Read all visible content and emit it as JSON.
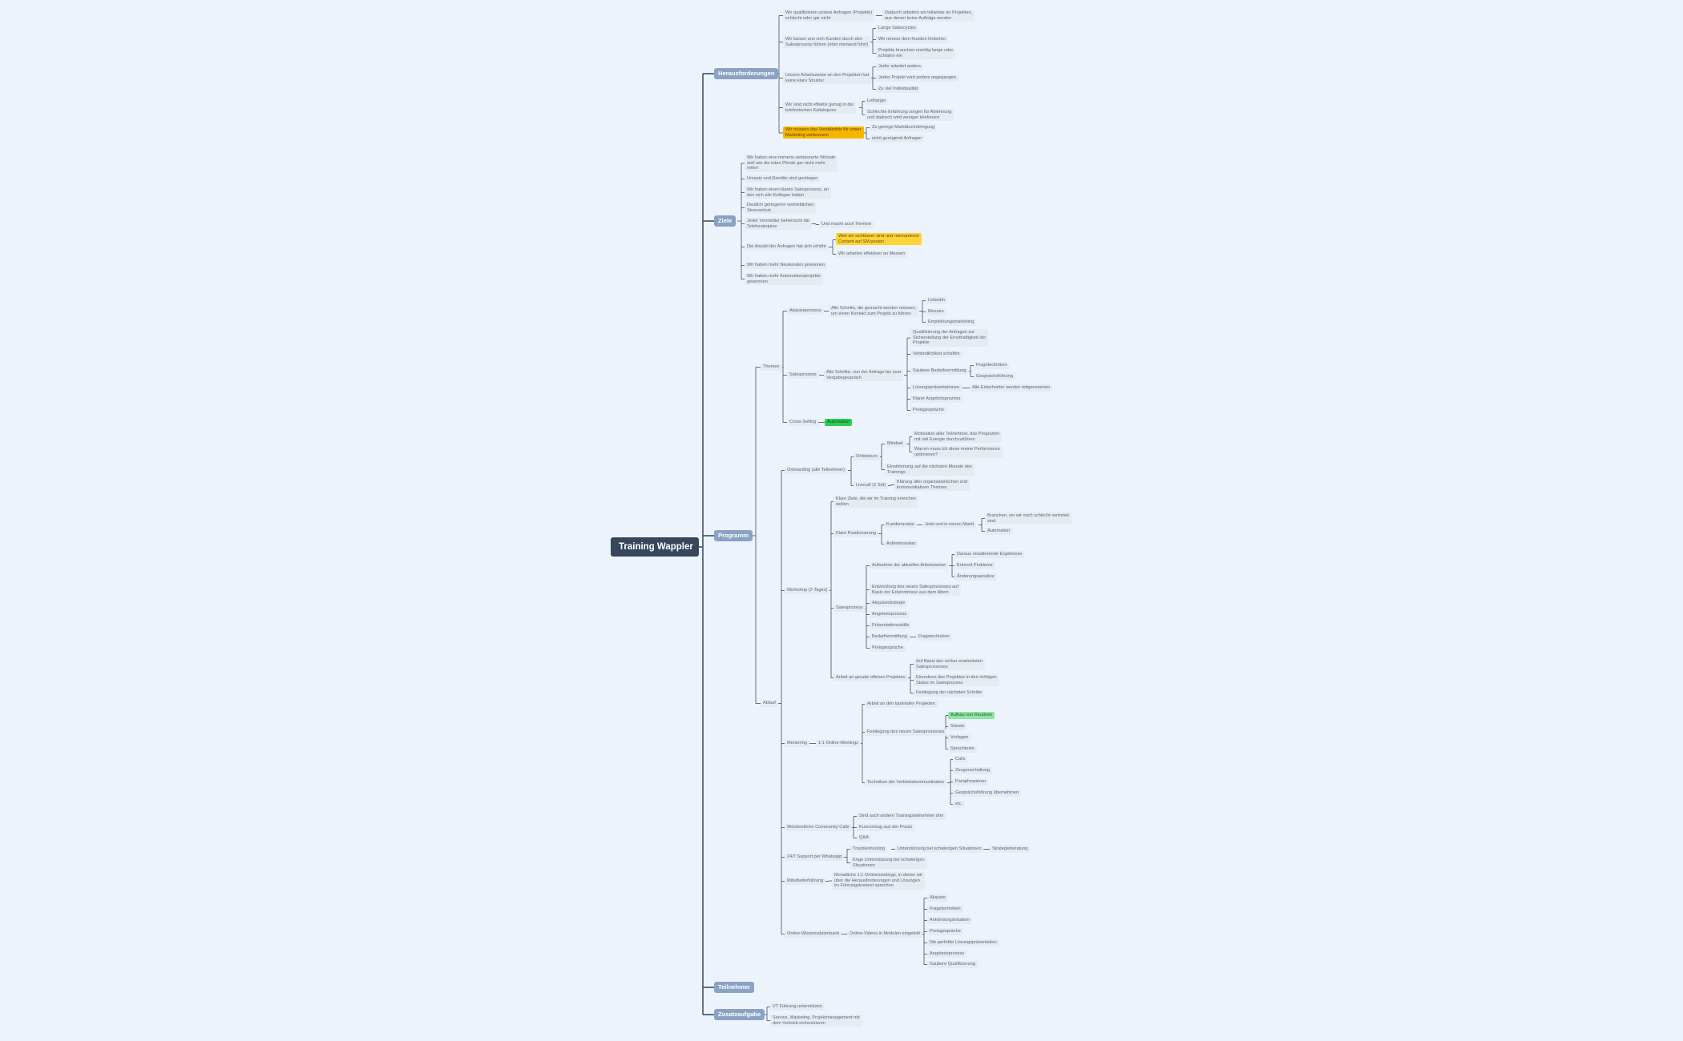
{
  "colors": {
    "background": "#edf3fb",
    "root_bg": "#36475c",
    "main_bg": "#8aa3c4",
    "leaf_bg": "#e6ebf1",
    "line": "#3f4f63",
    "highlight_orange": "#f7b500",
    "highlight_yellow": "#ffd43b",
    "highlight_green": "#2ecc55",
    "highlight_lightgreen": "#8fe3a4"
  },
  "mindmap": {
    "root": {
      "id": "root",
      "label": "Training Wappler"
    },
    "nodes": [
      {
        "id": "m1",
        "parent": "root",
        "kind": "main",
        "label": "Herausforderungen"
      },
      {
        "id": "h1",
        "parent": "m1",
        "label": [
          "Wir qualifizieren unsere Anfragen (Projekte)",
          "schlecht oder gar nicht"
        ]
      },
      {
        "id": "h1a",
        "parent": "h1",
        "label": [
          "Dadurch arbeiten wir teilweise an Projekten,",
          "aus denen keine Aufträge werden"
        ]
      },
      {
        "id": "h2",
        "parent": "m1",
        "label": [
          "Wir lassen uns vom Kunden durch den",
          "Salesprozess führen (oder niemand führt)"
        ]
      },
      {
        "id": "h2a",
        "parent": "h2",
        "label": [
          "Lange Salescycles"
        ]
      },
      {
        "id": "h2b",
        "parent": "h2",
        "label": [
          "Wir rennen dem Kunden hinterher"
        ]
      },
      {
        "id": "h2c",
        "parent": "h2",
        "label": [
          "Projekte brauchen unnötig lange oder",
          "schlafen ein"
        ]
      },
      {
        "id": "h3",
        "parent": "m1",
        "label": [
          "Unsere Arbeitsweise an den Projekten hat",
          "keine klare Struktur"
        ]
      },
      {
        "id": "h3a",
        "parent": "h3",
        "label": [
          "Jeder arbeitet anders"
        ]
      },
      {
        "id": "h3b",
        "parent": "h3",
        "label": [
          "Jedes Projekt wird anders angegangen"
        ]
      },
      {
        "id": "h3c",
        "parent": "h3",
        "label": [
          "Zu viel Individualität"
        ]
      },
      {
        "id": "h4",
        "parent": "m1",
        "label": [
          "Wir sind nicht effektiv genug in der",
          "telefonischen Kaltakquise"
        ]
      },
      {
        "id": "h4a",
        "parent": "h4",
        "label": [
          "Lethargie"
        ]
      },
      {
        "id": "h4b",
        "parent": "h4",
        "label": [
          "Schlechte Erfahrung sorgen für Ablehnung",
          "und dadurch wird weniger telefoniert"
        ]
      },
      {
        "id": "h5",
        "parent": "m1",
        "hl": "orange",
        "label": [
          "Wir müssen das Verständnis für unser",
          "Marketing verbessern"
        ]
      },
      {
        "id": "h5a",
        "parent": "h5",
        "label": [
          "Zu geringe Marktdurchdringung"
        ]
      },
      {
        "id": "h5b",
        "parent": "h5",
        "label": [
          "nicht genügend Anfragen"
        ]
      },
      {
        "id": "m2",
        "parent": "root",
        "kind": "main",
        "label": "Ziele"
      },
      {
        "id": "z1",
        "parent": "m2",
        "label": [
          "Wir haben eine immens verbesserte Winrate",
          "weil wie die toten Pferde gar nicht mehr",
          "reiten"
        ]
      },
      {
        "id": "z2",
        "parent": "m2",
        "label": [
          "Umsatz und Rendite sind gestiegen"
        ]
      },
      {
        "id": "z3",
        "parent": "m2",
        "label": [
          "Wir haben einen klaren Salesprozess, an",
          "den sich alle Kollegen halten"
        ]
      },
      {
        "id": "z4",
        "parent": "m2",
        "label": [
          "Deutlich geringeren vertrieblichen",
          "Streuverlust"
        ]
      },
      {
        "id": "z5",
        "parent": "m2",
        "label": [
          "Jeder Vertriebler beherrscht die",
          "Telefonakquise"
        ]
      },
      {
        "id": "z5a",
        "parent": "z5",
        "label": [
          "Und macht auch Termine"
        ]
      },
      {
        "id": "z6",
        "parent": "m2",
        "label": [
          "Die Anzahl der Anfragen hat sich erhöht"
        ]
      },
      {
        "id": "z6a",
        "parent": "z6",
        "hl": "yellow",
        "label": [
          "Weil wir sichtbarer sind und relevanteren",
          "Content auf SM posten"
        ]
      },
      {
        "id": "z6b",
        "parent": "z6",
        "label": [
          "Wir arbeiten effektiver an Messen"
        ]
      },
      {
        "id": "z7",
        "parent": "m2",
        "label": [
          "Wir haben mehr Neukunden gewonnen"
        ]
      },
      {
        "id": "z8",
        "parent": "m2",
        "label": [
          "Wir haben mehr Automationsprojekte",
          "gewonnen"
        ]
      },
      {
        "id": "m3",
        "parent": "root",
        "kind": "main",
        "label": "Programm"
      },
      {
        "id": "p1",
        "parent": "m3",
        "label": [
          "Themen"
        ]
      },
      {
        "id": "p1a",
        "parent": "p1",
        "label": [
          "Akquiseprozess"
        ]
      },
      {
        "id": "p1a1",
        "parent": "p1a",
        "label": [
          "Alle Schritte, die gemacht werden müssen,",
          "um einen Kontakt zum Projekt zu führen"
        ]
      },
      {
        "id": "p1a1a",
        "parent": "p1a1",
        "label": [
          "LinkedIn"
        ]
      },
      {
        "id": "p1a1b",
        "parent": "p1a1",
        "label": [
          "Messen"
        ]
      },
      {
        "id": "p1a1c",
        "parent": "p1a1",
        "label": [
          "Empfehlungsmarketing"
        ]
      },
      {
        "id": "p1b",
        "parent": "p1",
        "label": [
          "Salesprozess"
        ]
      },
      {
        "id": "p1b1",
        "parent": "p1b",
        "label": [
          "Alle Schritte, von der Anfrage bis zum",
          "Vergabegespräch"
        ]
      },
      {
        "id": "p1b1a",
        "parent": "p1b1",
        "label": [
          "Qualifizierung der Anfragen zur",
          "Sicherstellung der Ernsthaftigkeit der",
          "Projekte"
        ]
      },
      {
        "id": "p1b1b",
        "parent": "p1b1",
        "label": [
          "Verbindlichkeit schaffen"
        ]
      },
      {
        "id": "p1b1c",
        "parent": "p1b1",
        "label": [
          "Saubere Bedarfsermittlung"
        ]
      },
      {
        "id": "p1b1c1",
        "parent": "p1b1c",
        "label": [
          "Fragetechniken"
        ]
      },
      {
        "id": "p1b1c2",
        "parent": "p1b1c",
        "label": [
          "Gesprächsführung"
        ]
      },
      {
        "id": "p1b1d",
        "parent": "p1b1",
        "label": [
          "Lösungspräsentationen"
        ]
      },
      {
        "id": "p1b1d1",
        "parent": "p1b1d",
        "label": [
          "Alle Entscheider werden mitgenommen"
        ]
      },
      {
        "id": "p1b1e",
        "parent": "p1b1",
        "label": [
          "Klarer Angebotsprozess"
        ]
      },
      {
        "id": "p1b1f",
        "parent": "p1b1",
        "label": [
          "Preisgespräche"
        ]
      },
      {
        "id": "p1c",
        "parent": "p1",
        "label": [
          "Cross-Selling"
        ]
      },
      {
        "id": "p1c1",
        "parent": "p1c",
        "hl": "green",
        "label": [
          "Automation"
        ]
      },
      {
        "id": "p2",
        "parent": "m3",
        "label": [
          "Ablauf"
        ]
      },
      {
        "id": "p2a",
        "parent": "p2",
        "label": [
          "Onboarding (alle Teilnehmer)"
        ]
      },
      {
        "id": "p2a1",
        "parent": "p2a",
        "label": [
          "Onlinekurs"
        ]
      },
      {
        "id": "p2a1a",
        "parent": "p2a1",
        "label": [
          "Mindset"
        ]
      },
      {
        "id": "p2a1a1",
        "parent": "p2a1a",
        "label": [
          "Motivation aller Teilnehmer, das Programm",
          "mit viel Energie durchzuführen"
        ]
      },
      {
        "id": "p2a1a2",
        "parent": "p2a1a",
        "label": [
          "Warum muss ich diese meine Performance",
          "optimieren?"
        ]
      },
      {
        "id": "p2a1b",
        "parent": "p2a1",
        "label": [
          "Einstimmung auf die nächsten Monate des",
          "Trainings"
        ]
      },
      {
        "id": "p2a2",
        "parent": "p2a",
        "label": [
          "Livecall (2 Std)"
        ]
      },
      {
        "id": "p2a2a",
        "parent": "p2a2",
        "label": [
          "Klärung aller organisatorischen und",
          "kommunikativen Themen"
        ]
      },
      {
        "id": "p2b",
        "parent": "p2",
        "label": [
          "Workshop (2-Tages)"
        ]
      },
      {
        "id": "p2b1",
        "parent": "p2b",
        "label": [
          "Klare Ziele, die wir im Training erreichen",
          "wollen"
        ]
      },
      {
        "id": "p2b2",
        "parent": "p2b",
        "label": [
          "Klare Positionierung"
        ]
      },
      {
        "id": "p2b2a",
        "parent": "p2b2",
        "label": [
          "Kundenavatar"
        ]
      },
      {
        "id": "p2b2a1",
        "parent": "p2b2a",
        "label": [
          "Jetzt und in neuen Markt"
        ]
      },
      {
        "id": "p2b2a1a",
        "parent": "p2b2a1",
        "label": [
          "Branchen, wo wir noch schlecht vertreten",
          "sind"
        ]
      },
      {
        "id": "p2b2a1b",
        "parent": "p2b2a1",
        "label": [
          "Automation"
        ]
      },
      {
        "id": "p2b2b",
        "parent": "p2b2",
        "label": [
          "Anbieteravatar"
        ]
      },
      {
        "id": "p2b3",
        "parent": "p2b",
        "label": [
          "Salesprozess"
        ]
      },
      {
        "id": "p2b3a",
        "parent": "p2b3",
        "label": [
          "Aufnahme der aktuellen Arbeitsweise"
        ]
      },
      {
        "id": "p2b3a1",
        "parent": "p2b3a",
        "label": [
          "Daraus resultierende Ergebnisse"
        ]
      },
      {
        "id": "p2b3a2",
        "parent": "p2b3a",
        "label": [
          "Erkennt Probleme"
        ]
      },
      {
        "id": "p2b3a3",
        "parent": "p2b3a",
        "label": [
          "Änderungsansätze"
        ]
      },
      {
        "id": "p2b3b",
        "parent": "p2b3",
        "label": [
          "Entwicklung des neuen Salesprozesses auf",
          "Basis der Erkenntnisse aus dem Altem"
        ]
      },
      {
        "id": "p2b3c",
        "parent": "p2b3",
        "label": [
          "Akquisestrategie"
        ]
      },
      {
        "id": "p2b3d",
        "parent": "p2b3",
        "label": [
          "Angebotsprozess"
        ]
      },
      {
        "id": "p2b3e",
        "parent": "p2b3",
        "label": [
          "Präsentationsskills"
        ]
      },
      {
        "id": "p2b3f",
        "parent": "p2b3",
        "label": [
          "Bedarfsermittlung"
        ]
      },
      {
        "id": "p2b3f1",
        "parent": "p2b3f",
        "label": [
          "Fragetechniken"
        ]
      },
      {
        "id": "p2b3g",
        "parent": "p2b3",
        "label": [
          "Preisgespräche"
        ]
      },
      {
        "id": "p2b4",
        "parent": "p2b",
        "label": [
          "Arbeit an gerade offenen Projekten"
        ]
      },
      {
        "id": "p2b4a",
        "parent": "p2b4",
        "label": [
          "Auf Basis des vorher erarbeiteten",
          "Salesprozesses"
        ]
      },
      {
        "id": "p2b4b",
        "parent": "p2b4",
        "label": [
          "Einordnen des Projektes in den richtigen",
          "Status im Salesprozess"
        ]
      },
      {
        "id": "p2b4c",
        "parent": "p2b4",
        "label": [
          "Festlegung der nächsten Schritte"
        ]
      },
      {
        "id": "p2c",
        "parent": "p2",
        "label": [
          "Mentoring"
        ]
      },
      {
        "id": "p2c1",
        "parent": "p2c",
        "label": [
          "1:1 Online-Meetings"
        ]
      },
      {
        "id": "p2c1a",
        "parent": "p2c1",
        "label": [
          "Arbeit an den laufenden Projekten"
        ]
      },
      {
        "id": "p2c1b",
        "parent": "p2c1",
        "label": [
          "Festlegung des neuen Salesprozesses"
        ]
      },
      {
        "id": "p2c1b1",
        "parent": "p2c1b",
        "hl": "lightgreen",
        "label": [
          "Aufbau von Routinen"
        ]
      },
      {
        "id": "p2c1b2",
        "parent": "p2c1b",
        "label": [
          "Sheets"
        ]
      },
      {
        "id": "p2c1b3",
        "parent": "p2c1b",
        "label": [
          "Vorlagen"
        ]
      },
      {
        "id": "p2c1b4",
        "parent": "p2c1b",
        "label": [
          "Sprechtexte"
        ]
      },
      {
        "id": "p2c1c",
        "parent": "p2c1",
        "label": [
          "Techniken der Vertriebskommunikation"
        ]
      },
      {
        "id": "p2c1c1",
        "parent": "p2c1c",
        "label": [
          "Calls"
        ]
      },
      {
        "id": "p2c1c2",
        "parent": "p2c1c",
        "label": [
          "Zeugenschaltung"
        ]
      },
      {
        "id": "p2c1c3",
        "parent": "p2c1c",
        "label": [
          "Paraphrasieren"
        ]
      },
      {
        "id": "p2c1c4",
        "parent": "p2c1c",
        "label": [
          "Gesprächsführung übernehmen"
        ]
      },
      {
        "id": "p2c1c5",
        "parent": "p2c1c",
        "label": [
          "etc."
        ]
      },
      {
        "id": "p2d",
        "parent": "p2",
        "label": [
          "Wöchentliche Community-Calls"
        ]
      },
      {
        "id": "p2d1",
        "parent": "p2d",
        "label": [
          "Sind auch andere Trainingsteilnehmer drin"
        ]
      },
      {
        "id": "p2d2",
        "parent": "p2d",
        "label": [
          "Kurzvortrag aus der Praxis"
        ]
      },
      {
        "id": "p2d3",
        "parent": "p2d",
        "label": [
          "Q&A"
        ]
      },
      {
        "id": "p2e",
        "parent": "p2",
        "label": [
          "24/7 Support per Whatsapp"
        ]
      },
      {
        "id": "p2e1",
        "parent": "p2e",
        "label": [
          "Troubleshooting"
        ]
      },
      {
        "id": "p2e1a",
        "parent": "p2e1",
        "label": [
          "Unterstützung bei schwierigen Situationen"
        ]
      },
      {
        "id": "p2e1a1",
        "parent": "p2e1a",
        "label": [
          "Strategieberatung"
        ]
      },
      {
        "id": "p2e2",
        "parent": "p2e",
        "label": [
          "Enge Unterstützung bei schwierigen",
          "Situationen"
        ]
      },
      {
        "id": "p2f",
        "parent": "p2",
        "label": [
          "Mitarbeiterführung"
        ]
      },
      {
        "id": "p2f1",
        "parent": "p2f",
        "label": [
          "Monatliche 1:1 Onlinemeetings, in denen wir",
          "über die Herausforderungen und Lösungen",
          "im Führungskontext sprechen"
        ]
      },
      {
        "id": "p2g",
        "parent": "p2",
        "label": [
          "Online-Wissensdatenbank"
        ]
      },
      {
        "id": "p2g1",
        "parent": "p2g",
        "label": [
          "Online-Videos in Modulen eingeteilt"
        ]
      },
      {
        "id": "p2g1a",
        "parent": "p2g1",
        "label": [
          "Akquise"
        ]
      },
      {
        "id": "p2g1b",
        "parent": "p2g1",
        "label": [
          "Fragetechniken"
        ]
      },
      {
        "id": "p2g1c",
        "parent": "p2g1",
        "label": [
          "Anfahrsorganisation"
        ]
      },
      {
        "id": "p2g1d",
        "parent": "p2g1",
        "label": [
          "Preisgespräche"
        ]
      },
      {
        "id": "p2g1e",
        "parent": "p2g1",
        "label": [
          "Die perfekte Lösungspräsentation"
        ]
      },
      {
        "id": "p2g1f",
        "parent": "p2g1",
        "label": [
          "Angebotsprozess"
        ]
      },
      {
        "id": "p2g1g",
        "parent": "p2g1",
        "label": [
          "Saubere Qualifizierung"
        ]
      },
      {
        "id": "m4",
        "parent": "root",
        "kind": "main",
        "label": "Teilnehmer"
      },
      {
        "id": "m5",
        "parent": "root",
        "kind": "main",
        "label": "Zusatzaufgabe"
      },
      {
        "id": "s1",
        "parent": "m5",
        "label": [
          "VT Führung unterstützen"
        ]
      },
      {
        "id": "s2",
        "parent": "m5",
        "label": [
          "Service, Marketing, Projektmanagement mit",
          "dem Vertrieb orchestrieren"
        ]
      }
    ]
  }
}
